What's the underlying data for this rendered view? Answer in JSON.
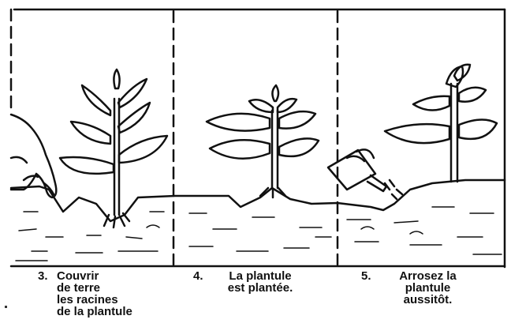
{
  "steps": [
    {
      "number": "3.",
      "text": "Couvrir\nde terre\nles racines\nde la plantule"
    },
    {
      "number": "4.",
      "text": "La plantule\nest plantée."
    },
    {
      "number": "5.",
      "text": "Arrosez la\nplantule\naussitôt."
    }
  ],
  "colors": {
    "ink": "#111111",
    "paper": "#ffffff"
  }
}
